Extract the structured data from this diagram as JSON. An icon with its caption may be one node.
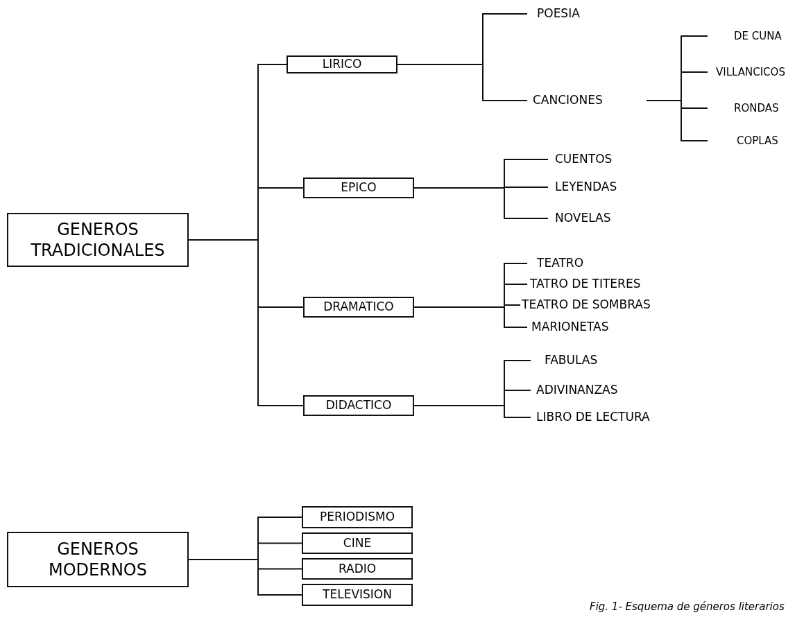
{
  "diagram": {
    "caption": "Fig. 1- Esquema de géneros literarios",
    "nodes": [
      {
        "text": [
          "GENEROS TRADICIONALES"
        ]
      },
      {
        "text": [
          "LIRICO"
        ]
      },
      {
        "text": [
          "EPICO"
        ]
      },
      {
        "text": [
          "DRAMATICO"
        ]
      },
      {
        "text": [
          "DIDACTICO"
        ]
      },
      {
        "text": [
          "POESIA"
        ]
      },
      {
        "text": [
          "CANCIONES"
        ]
      },
      {
        "text": [
          "DE CUNA"
        ]
      },
      {
        "text": [
          "VILLANCICOS"
        ]
      },
      {
        "text": [
          "RONDAS"
        ]
      },
      {
        "text": [
          "COPLAS"
        ]
      },
      {
        "text": [
          "CUENTOS"
        ]
      },
      {
        "text": [
          "LEYENDAS"
        ]
      },
      {
        "text": [
          "NOVELAS"
        ]
      },
      {
        "text": [
          "TEATRO"
        ]
      },
      {
        "text": [
          "TATRO DE TITERES"
        ]
      },
      {
        "text": [
          "TEATRO DE SOMBRAS"
        ]
      },
      {
        "text": [
          "MARIONETAS"
        ]
      },
      {
        "text": [
          "FABULAS"
        ]
      },
      {
        "text": [
          "ADIVINANZAS"
        ]
      },
      {
        "text": [
          "LIBRO DE LECTURA"
        ]
      },
      {
        "text": [
          "GENEROS MODERNOS"
        ]
      },
      {
        "text": [
          "PERIODISMO"
        ]
      },
      {
        "text": [
          "CINE"
        ]
      },
      {
        "text": [
          "RADIO"
        ]
      },
      {
        "text": [
          "TELEVISION"
        ]
      }
    ],
    "edges": [
      {
        "from": 0,
        "to": 1,
        "arrow": "none"
      },
      {
        "from": 0,
        "to": 2,
        "arrow": "none"
      },
      {
        "from": 0,
        "to": 3,
        "arrow": "none"
      },
      {
        "from": 0,
        "to": 4,
        "arrow": "none"
      },
      {
        "from": 1,
        "to": 5,
        "arrow": "none"
      },
      {
        "from": 1,
        "to": 6,
        "arrow": "none"
      },
      {
        "from": 6,
        "to": 7,
        "arrow": "none"
      },
      {
        "from": 6,
        "to": 8,
        "arrow": "none"
      },
      {
        "from": 6,
        "to": 9,
        "arrow": "none"
      },
      {
        "from": 6,
        "to": 10,
        "arrow": "none"
      },
      {
        "from": 2,
        "to": 11,
        "arrow": "none"
      },
      {
        "from": 2,
        "to": 12,
        "arrow": "none"
      },
      {
        "from": 2,
        "to": 13,
        "arrow": "none"
      },
      {
        "from": 3,
        "to": 14,
        "arrow": "none"
      },
      {
        "from": 3,
        "to": 15,
        "arrow": "none"
      },
      {
        "from": 3,
        "to": 16,
        "arrow": "none"
      },
      {
        "from": 3,
        "to": 17,
        "arrow": "none"
      },
      {
        "from": 4,
        "to": 18,
        "arrow": "none"
      },
      {
        "from": 4,
        "to": 19,
        "arrow": "none"
      },
      {
        "from": 4,
        "to": 20,
        "arrow": "none"
      },
      {
        "from": 21,
        "to": 22,
        "arrow": "none"
      },
      {
        "from": 21,
        "to": 23,
        "arrow": "none"
      },
      {
        "from": 21,
        "to": 24,
        "arrow": "none"
      },
      {
        "from": 21,
        "to": 25,
        "arrow": "none"
      }
    ]
  }
}
